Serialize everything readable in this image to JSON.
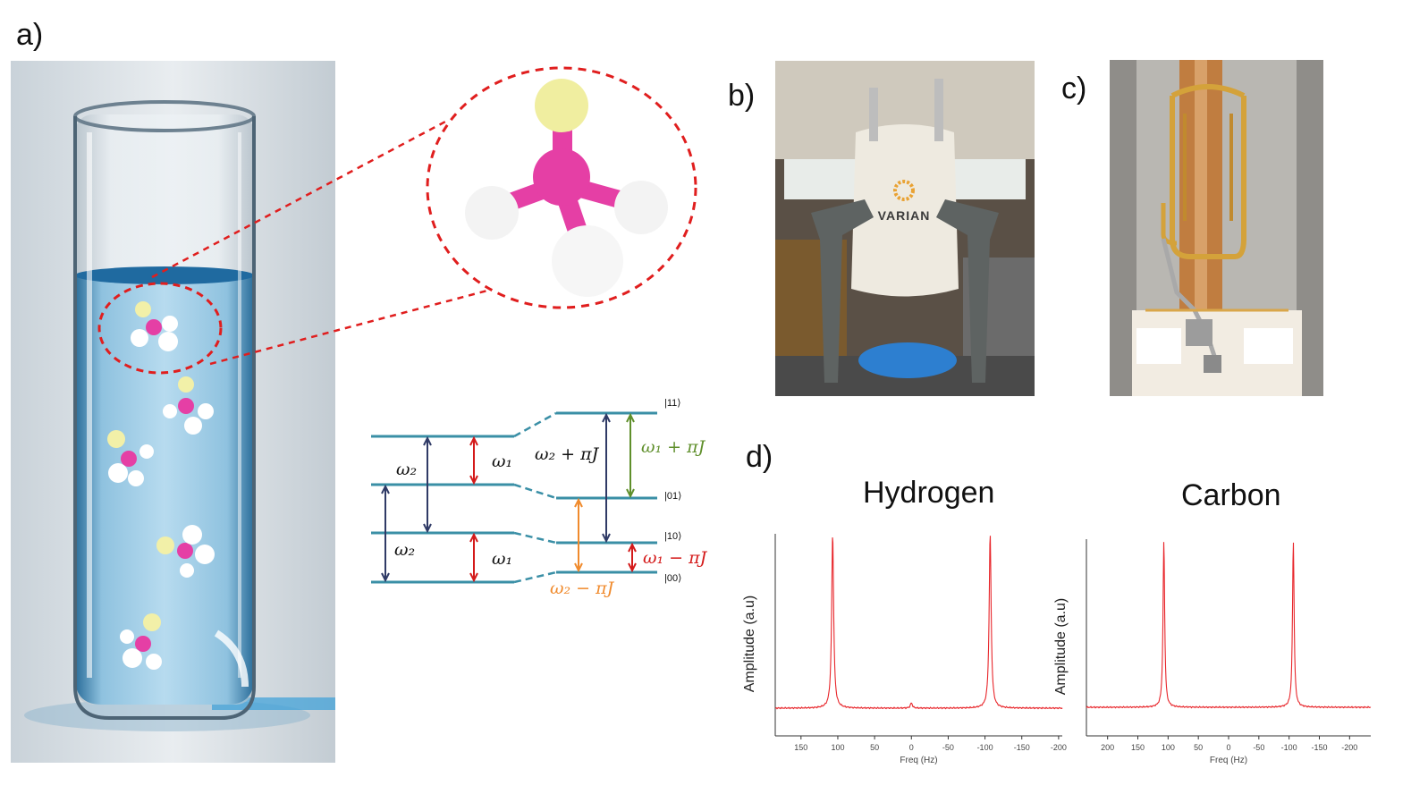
{
  "panels": {
    "a": "a)",
    "b": "b)",
    "c": "c)",
    "d": "d)"
  },
  "magnet_photo": {
    "brand": "VARIAN"
  },
  "energy_diagram": {
    "states": [
      "|11⟩",
      "|01⟩",
      "|10⟩",
      "|00⟩"
    ],
    "transitions": {
      "w2_left": "ω₂",
      "w1_left": "ω₁",
      "w2_left_lower": "ω₂",
      "w1_left_lower": "ω₁",
      "w2_plus": "ω₂ + πJ",
      "w1_plus": "ω₁ + πJ",
      "w1_minus": "ω₁ − πJ",
      "w2_minus": "ω₂ − πJ"
    },
    "colors": {
      "level": "#3a8fa6",
      "w2": "#2f3a66",
      "w1": "#d41a1a",
      "w1_plus": "#5f8f2b",
      "w2_minus": "#f08a2c"
    }
  },
  "chart_data": [
    {
      "type": "line",
      "title": "Hydrogen",
      "xlabel": "Freq (Hz)",
      "ylabel": "Amplitude (a.u)",
      "xlim": [
        185,
        -205
      ],
      "x_ticks": [
        150,
        100,
        50,
        0,
        -50,
        -100,
        -150,
        -200
      ],
      "x_tick_labels": [
        "150",
        "100",
        "50",
        "0",
        "-50",
        "-100",
        "-150",
        "-200"
      ],
      "peaks": [
        {
          "x": 107,
          "height": 1.0
        },
        {
          "x": -107,
          "height": 1.0
        },
        {
          "x": 0,
          "height": 0.03
        }
      ],
      "color": "#e8262b"
    },
    {
      "type": "line",
      "title": "Carbon",
      "xlabel": "Freq (Hz)",
      "ylabel": "Amplitude (a.u)",
      "xlim": [
        235,
        -235
      ],
      "x_ticks": [
        200,
        150,
        100,
        50,
        0,
        -50,
        -100,
        -150,
        -200
      ],
      "x_tick_labels": [
        "200",
        "150",
        "100",
        "50",
        "0",
        "-50",
        "-100",
        "-150",
        "-200"
      ],
      "peaks": [
        {
          "x": 107,
          "height": 0.99
        },
        {
          "x": -107,
          "height": 0.99
        }
      ],
      "color": "#e8262b"
    }
  ]
}
